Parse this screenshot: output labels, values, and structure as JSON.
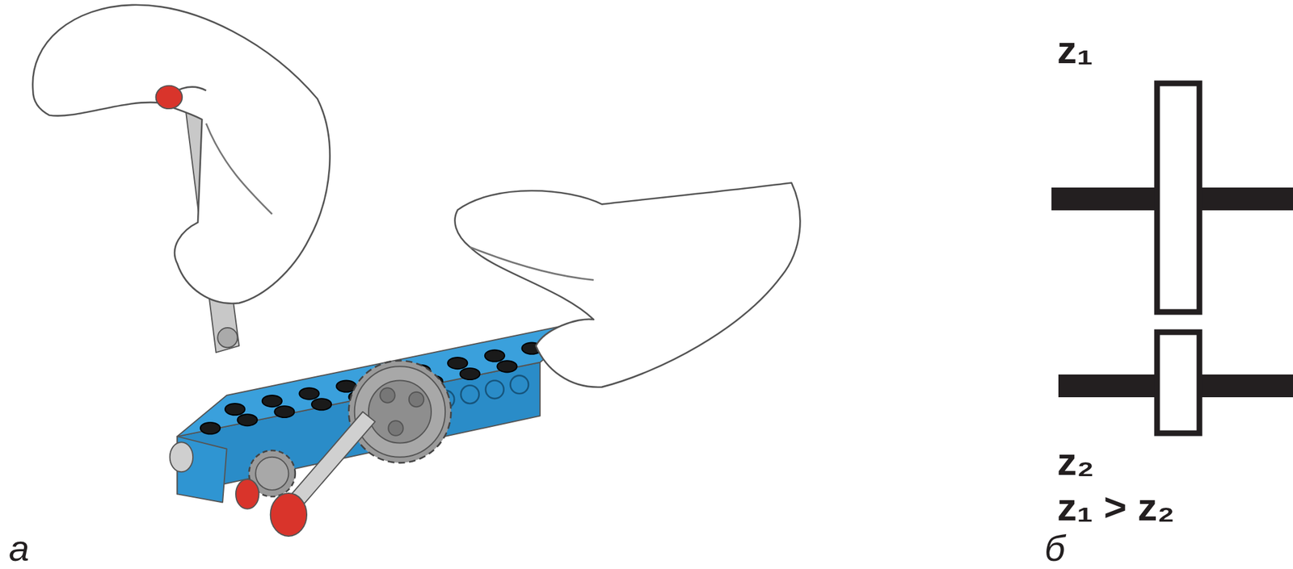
{
  "diagram": {
    "labels": [
      "z₁",
      "z₂",
      "z₁ > z₂",
      "а",
      "б"
    ]
  }
}
